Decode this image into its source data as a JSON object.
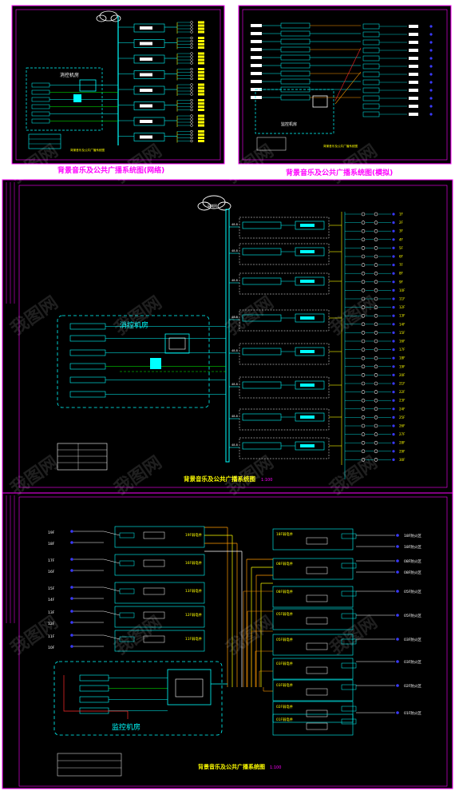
{
  "colors": {
    "background": "#000000",
    "frame": "#ff00ff",
    "line_cyan": "#00ffff",
    "line_yellow": "#ffff00",
    "line_green": "#00ff00",
    "line_red": "#ff2a2a",
    "line_orange": "#ff9a00",
    "node_blue": "#3a3aff",
    "text_white": "#ffffff",
    "title_magenta": "#ff00ff"
  },
  "panel1": {
    "room_label": "消控机房",
    "small_title": "背景音乐及公共广播系统图",
    "caption": "背景音乐及公共广播系统图(网络)"
  },
  "panel2": {
    "room_label": "监控机房",
    "small_title": "背景音乐及公共广播系统图",
    "caption": "背景音乐及公共广播系统图(模拟)"
  },
  "panel3": {
    "cloud_label": "局域网",
    "room_label": "消控机房",
    "title": "背景音乐及公共广播系统图",
    "scale": "1:100",
    "zone_labels": [
      "1F",
      "2F",
      "3F",
      "4F",
      "5F",
      "6F",
      "7F",
      "8F",
      "9F",
      "10F",
      "11F",
      "12F",
      "13F",
      "14F",
      "15F",
      "16F",
      "17F",
      "18F",
      "19F",
      "20F",
      "21F",
      "22F",
      "23F",
      "24F",
      "25F",
      "26F",
      "27F",
      "28F",
      "29F",
      "30F"
    ]
  },
  "panel4": {
    "room_label": "监控机房",
    "title": "背景音乐及公共广播系统图",
    "scale": "1:100",
    "left_floors": [
      "19F",
      "18F",
      "17F",
      "16F",
      "15F",
      "14F",
      "13F",
      "12F",
      "11F",
      "10F"
    ],
    "left_rooms": [
      "19F弱电井",
      "16F弱电井",
      "13F弱电井",
      "12F弱电井",
      "11F弱电井"
    ],
    "right_rooms": [
      "18F弱电井",
      "08F弱电井",
      "08F弱电井",
      "05F弱电井",
      "05F弱电井",
      "03F弱电井",
      "03F弱电井",
      "02F弱电井",
      "01F弱电井"
    ],
    "right_floors": [
      "18F防火区",
      "18F防火区",
      "08F防火区",
      "08F防火区",
      "05F防火区",
      "05F防火区",
      "03F防火区",
      "03F防火区",
      "02F防火区",
      "01F防火区"
    ]
  },
  "watermark": "我图网"
}
